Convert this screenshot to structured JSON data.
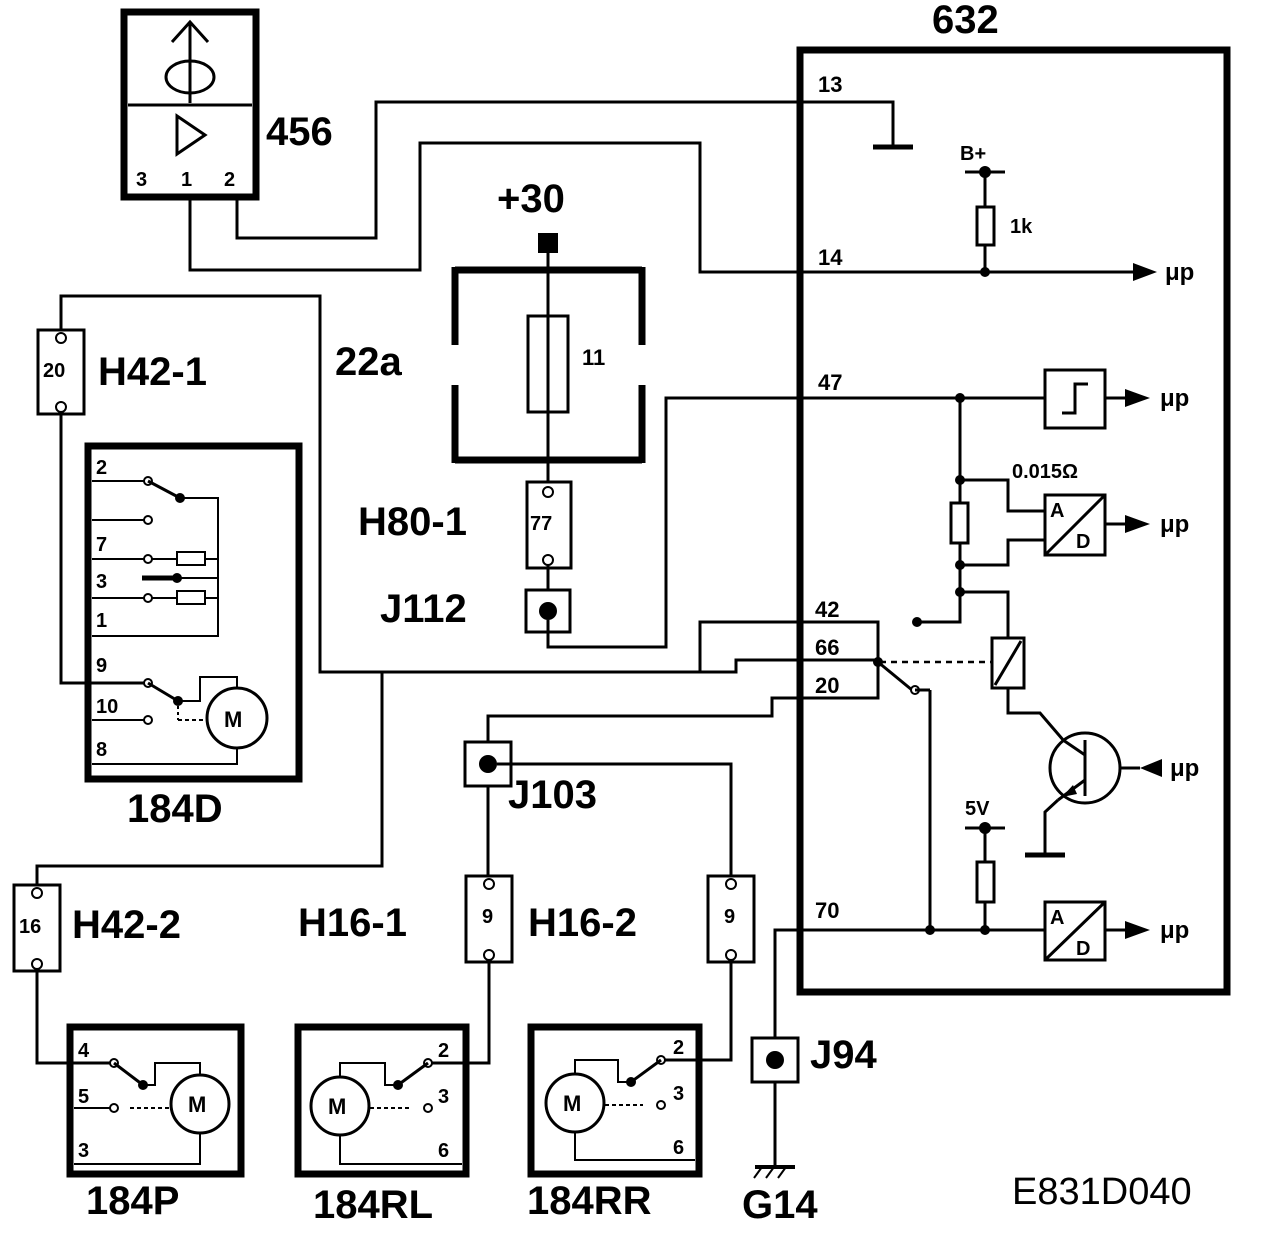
{
  "diagram_id": "E831D040",
  "components": {
    "ecu": {
      "label": "632",
      "pins": {
        "p13": "13",
        "p14": "14",
        "p47": "47",
        "p42": "42",
        "p66": "66",
        "p20": "20",
        "p70": "70"
      },
      "bplus": "B+",
      "r1k": "1k",
      "shunt": "0.015Ω",
      "v5": "5V",
      "ad": {
        "a": "A",
        "d": "D"
      },
      "mu": "μp"
    },
    "sensor": {
      "label": "456",
      "pins": {
        "p3": "3",
        "p1": "1",
        "p2": "2"
      }
    },
    "fuse_box": {
      "label": "22a",
      "fuse": "11",
      "supply": "+30"
    },
    "h80": {
      "label": "H80-1",
      "pin": "77"
    },
    "j112": {
      "label": "J112"
    },
    "h42_1": {
      "label": "H42-1",
      "pin": "20"
    },
    "h42_2": {
      "label": "H42-2",
      "pin": "16"
    },
    "h16_1": {
      "label": "H16-1",
      "pin": "9"
    },
    "h16_2": {
      "label": "H16-2",
      "pin": "9"
    },
    "j103": {
      "label": "J103"
    },
    "j94": {
      "label": "J94"
    },
    "g14": {
      "label": "G14"
    },
    "lock_184d": {
      "label": "184D",
      "pins": {
        "p2": "2",
        "p7": "7",
        "p3": "3",
        "p1": "1",
        "p9": "9",
        "p10": "10",
        "p8": "8"
      },
      "motor": "M"
    },
    "lock_184p": {
      "label": "184P",
      "pins": {
        "p4": "4",
        "p5": "5",
        "p3": "3"
      },
      "motor": "M"
    },
    "lock_184rl": {
      "label": "184RL",
      "pins": {
        "p2": "2",
        "p3": "3",
        "p6": "6"
      },
      "motor": "M"
    },
    "lock_184rr": {
      "label": "184RR",
      "pins": {
        "p2": "2",
        "p3": "3",
        "p6": "6"
      },
      "motor": "M"
    }
  }
}
